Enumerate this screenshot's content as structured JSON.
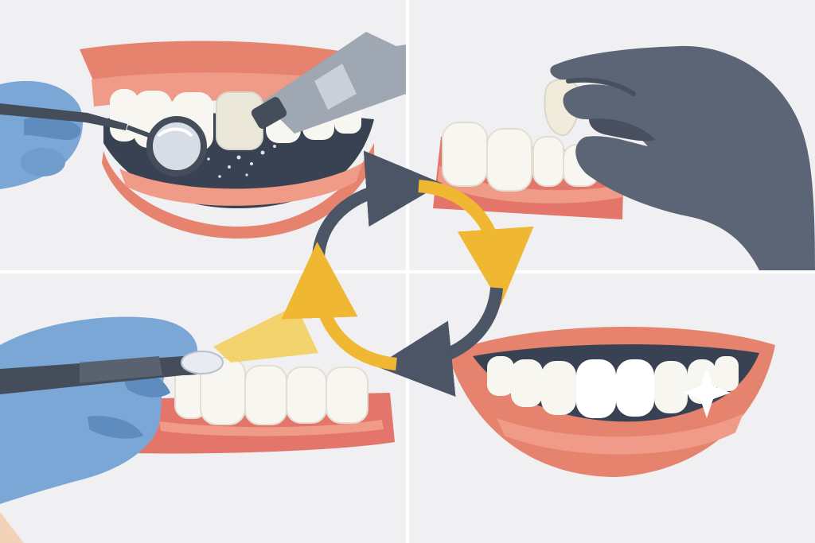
{
  "colors": {
    "background": "#f0f0f2",
    "lip": "#e6836e",
    "gum": "#f09a88",
    "gum_dark": "#e4756a",
    "mouth_dark": "#384252",
    "tooth": "#f7f6f1",
    "tooth_shadow": "#d9d6cc",
    "glove_blue": "#7aa7d6",
    "glove_blue_dark": "#5f8cbf",
    "glove_gray": "#5c6575",
    "glove_gray_dark": "#485060",
    "arrow_dark": "#4b5566",
    "arrow_yellow": "#efb732",
    "cure_light": "#f4c942",
    "tool_metal": "#9ea7b2",
    "tool_dark": "#454d5a"
  },
  "panels": [
    {
      "step": 1,
      "depicts": "teeth-preparation",
      "icons": [
        "dental-mirror-icon",
        "drill-handpiece-icon",
        "blue-glove-hand-icon"
      ]
    },
    {
      "step": 2,
      "depicts": "veneer-placement",
      "icons": [
        "veneer-shell-icon",
        "gray-glove-hand-icon"
      ]
    },
    {
      "step": 3,
      "depicts": "bonded-smile",
      "icons": [
        "sparkle-icon"
      ]
    },
    {
      "step": 4,
      "depicts": "light-curing",
      "icons": [
        "curing-light-icon",
        "blue-glove-hand-icon"
      ]
    }
  ],
  "cycle": {
    "arrows": [
      {
        "from": "left",
        "to": "top",
        "color": "arrow_dark"
      },
      {
        "from": "top",
        "to": "right",
        "color": "arrow_yellow"
      },
      {
        "from": "right",
        "to": "bottom",
        "color": "arrow_dark"
      },
      {
        "from": "bottom",
        "to": "left",
        "color": "arrow_yellow"
      }
    ]
  }
}
